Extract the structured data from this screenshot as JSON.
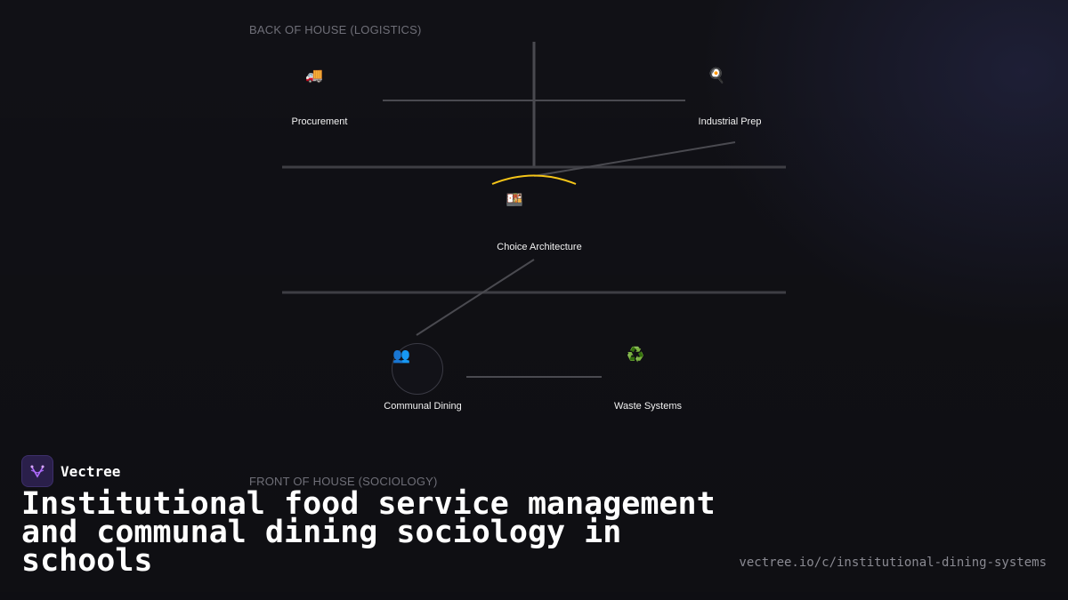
{
  "zones": {
    "top_label": "BACK OF HOUSE (LOGISTICS)",
    "bottom_label": "FRONT OF HOUSE (SOCIOLOGY)"
  },
  "nodes": {
    "procurement": {
      "icon": "🚚",
      "label": "Procurement"
    },
    "industrial_prep": {
      "icon": "🍳",
      "label": "Industrial Prep"
    },
    "choice_architecture": {
      "icon": "🍱",
      "label": "Choice Architecture"
    },
    "communal_dining": {
      "icon": "👥",
      "label": "Communal Dining"
    },
    "waste_systems": {
      "icon": "♻️",
      "label": "Waste Systems"
    }
  },
  "brand": {
    "name": "Vectree",
    "logo_icon": "vectree-logo-icon"
  },
  "headline": "Institutional food service management and communal dining sociology in schools",
  "url": "vectree.io/c/institutional-dining-systems",
  "colors": {
    "background": "#111116",
    "line": "#4a4a50",
    "highlight_arc": "#f5c518",
    "brand_logo_bg": "#2a1f4a",
    "brand_logo_accent": "#b06cff"
  }
}
